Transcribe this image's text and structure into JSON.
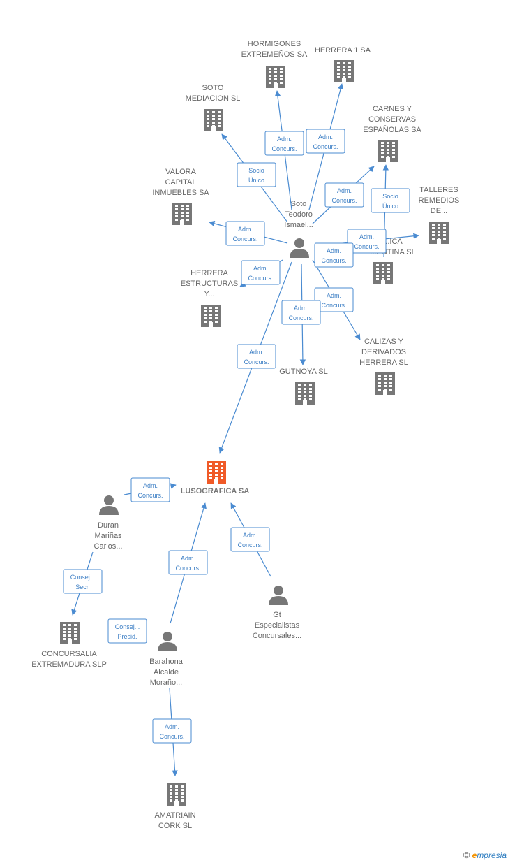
{
  "colors": {
    "edge": "#4a8bd1",
    "company": "#777777",
    "main_company": "#f05a28",
    "person": "#777777"
  },
  "nodes": [
    {
      "id": "hormigones",
      "type": "company",
      "lines": [
        "HORMIGONES",
        "EXTREMEÑOS SA"
      ]
    },
    {
      "id": "herrera1",
      "type": "company",
      "lines": [
        "HERRERA 1 SA"
      ]
    },
    {
      "id": "sotomed",
      "type": "company",
      "lines": [
        "SOTO",
        "MEDIACION SL"
      ]
    },
    {
      "id": "carnes",
      "type": "company",
      "lines": [
        "CARNES Y",
        "CONSERVAS",
        "ESPAÑOLAS SA"
      ]
    },
    {
      "id": "valora",
      "type": "company",
      "lines": [
        "VALORA",
        "CAPITAL",
        "INMUEBLES SA"
      ]
    },
    {
      "id": "talleres",
      "type": "company",
      "lines": [
        "TALLERES",
        "REMEDIOS",
        "DE..."
      ]
    },
    {
      "id": "soto",
      "type": "person",
      "lines": [
        "Soto",
        "Teodoro",
        "Ismael..."
      ]
    },
    {
      "id": "cantina",
      "type": "company",
      "lines": [
        "...ICA",
        "...ENTINA SL"
      ]
    },
    {
      "id": "herreraest",
      "type": "company",
      "lines": [
        "HERRERA",
        "ESTRUCTURAS",
        "Y..."
      ]
    },
    {
      "id": "calizas",
      "type": "company",
      "lines": [
        "CALIZAS Y",
        "DERIVADOS",
        "HERRERA SL"
      ]
    },
    {
      "id": "gutnoya",
      "type": "company",
      "lines": [
        "GUTNOYA SL"
      ]
    },
    {
      "id": "luso",
      "type": "main",
      "lines": [
        "LUSOGRAFICA SA"
      ]
    },
    {
      "id": "duran",
      "type": "person",
      "lines": [
        "Duran",
        "Mariñas",
        "Carlos..."
      ]
    },
    {
      "id": "gt",
      "type": "person",
      "lines": [
        "Gt",
        "Especialistas",
        "Concursales..."
      ]
    },
    {
      "id": "concursalia",
      "type": "company",
      "lines": [
        "CONCURSALIA",
        "EXTREMADURA SLP"
      ]
    },
    {
      "id": "barahona",
      "type": "person",
      "lines": [
        "Barahona",
        "Alcalde",
        "Moraño..."
      ]
    },
    {
      "id": "amatriain",
      "type": "company",
      "lines": [
        "AMATRIAIN",
        "CORK SL"
      ]
    }
  ],
  "edges": [
    {
      "from": "soto",
      "to": "hormigones",
      "label": [
        "Adm.",
        "Concurs."
      ]
    },
    {
      "from": "soto",
      "to": "herrera1",
      "label": [
        "Adm.",
        "Concurs."
      ]
    },
    {
      "from": "soto",
      "to": "sotomed",
      "label": [
        "Socio",
        "Único"
      ]
    },
    {
      "from": "soto",
      "to": "carnes",
      "label": [
        "Adm.",
        "Concurs."
      ]
    },
    {
      "from": "soto",
      "to": "valora",
      "label": [
        "Adm.",
        "Concurs."
      ]
    },
    {
      "from": "soto",
      "to": "talleres",
      "label": [
        "Adm.",
        "Concurs."
      ]
    },
    {
      "from": "soto",
      "to": "cantina",
      "label": [
        "Adm.",
        "Concurs."
      ]
    },
    {
      "from": "cantina",
      "to": "carnes",
      "label": [
        "Socio",
        "Único"
      ]
    },
    {
      "from": "soto",
      "to": "herreraest",
      "label": [
        "Adm.",
        "Concurs."
      ]
    },
    {
      "from": "soto",
      "to": "calizas",
      "label": [
        "Adm.",
        "Concurs."
      ]
    },
    {
      "from": "soto",
      "to": "gutnoya",
      "label": [
        "Adm.",
        "Concurs."
      ]
    },
    {
      "from": "soto",
      "to": "luso",
      "label": [
        "Adm.",
        "Concurs."
      ]
    },
    {
      "from": "duran",
      "to": "luso",
      "label": [
        "Adm.",
        "Concurs."
      ]
    },
    {
      "from": "gt",
      "to": "luso",
      "label": [
        "Adm.",
        "Concurs."
      ]
    },
    {
      "from": "barahona",
      "to": "luso",
      "label": [
        "Adm.",
        "Concurs."
      ]
    },
    {
      "from": "duran",
      "to": "concursalia",
      "label": [
        "Consej. .",
        "Secr."
      ]
    },
    {
      "from": "barahona",
      "to": "concursalia",
      "label": [
        "Consej. .",
        "Presid."
      ]
    },
    {
      "from": "barahona",
      "to": "amatriain",
      "label": [
        "Adm.",
        "Concurs."
      ]
    }
  ],
  "footer": {
    "copyright": "©",
    "brand_initial": "e",
    "brand_rest": "mpresia"
  }
}
